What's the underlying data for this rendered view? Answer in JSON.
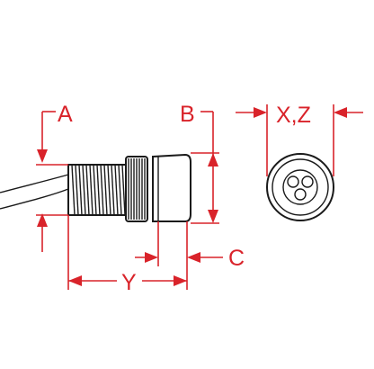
{
  "diagram": {
    "labels": {
      "a": "A",
      "b": "B",
      "c": "C",
      "y": "Y",
      "xz": "X,Z"
    },
    "colors": {
      "dimension": "#d9232a",
      "outline": "#1a1a1a",
      "background": "#ffffff"
    },
    "views": [
      "side-view",
      "end-view"
    ]
  }
}
